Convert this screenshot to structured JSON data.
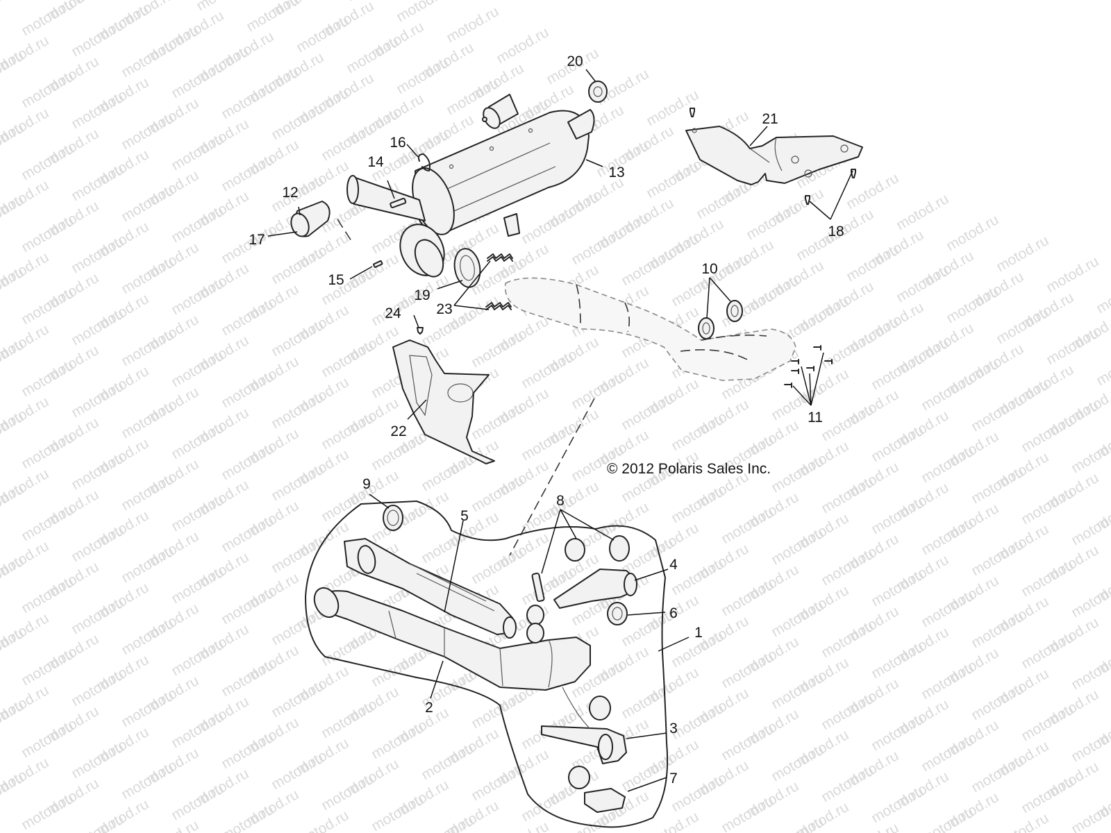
{
  "watermark": {
    "text": "motod.ru"
  },
  "copyright": "© 2012 Polaris Sales Inc.",
  "callouts": [
    {
      "id": "1",
      "label": "1"
    },
    {
      "id": "2",
      "label": "2"
    },
    {
      "id": "3",
      "label": "3"
    },
    {
      "id": "4",
      "label": "4"
    },
    {
      "id": "5",
      "label": "5"
    },
    {
      "id": "6",
      "label": "6"
    },
    {
      "id": "7",
      "label": "7"
    },
    {
      "id": "8",
      "label": "8"
    },
    {
      "id": "9",
      "label": "9"
    },
    {
      "id": "10",
      "label": "10"
    },
    {
      "id": "11",
      "label": "11"
    },
    {
      "id": "12",
      "label": "12"
    },
    {
      "id": "13",
      "label": "13"
    },
    {
      "id": "14",
      "label": "14"
    },
    {
      "id": "15",
      "label": "15"
    },
    {
      "id": "16",
      "label": "16"
    },
    {
      "id": "17",
      "label": "17"
    },
    {
      "id": "18",
      "label": "18"
    },
    {
      "id": "19",
      "label": "19"
    },
    {
      "id": "20",
      "label": "20"
    },
    {
      "id": "21",
      "label": "21"
    },
    {
      "id": "22",
      "label": "22"
    },
    {
      "id": "23",
      "label": "23"
    },
    {
      "id": "24",
      "label": "24"
    }
  ]
}
